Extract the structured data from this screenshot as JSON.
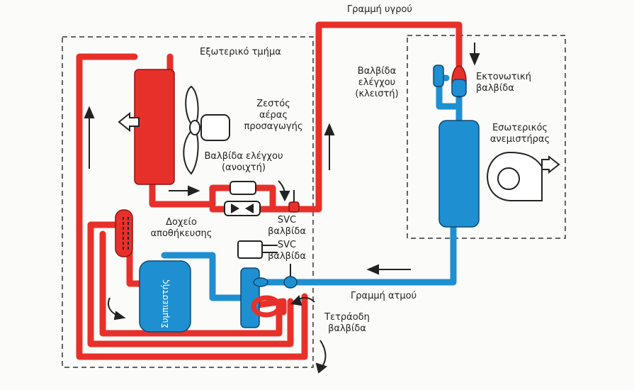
{
  "colors": {
    "hot": "#e8302a",
    "cold": "#1e8fd1",
    "dark": "#222222",
    "box_border": "#333333"
  },
  "labels": {
    "outdoor_section": "Εξωτερικό τμήμα",
    "liquid_line": "Γραμμή υγρού",
    "check_valve_closed": [
      "Βαλβίδα",
      "ελέγχου",
      "(κλειστή)"
    ],
    "expansion_valve": [
      "Εκτονωτική",
      "βαλβίδα"
    ],
    "hot_supply_air": [
      "Ζεστός",
      "αέρας",
      "προσαγωγής"
    ],
    "check_valve_open": [
      "Βαλβίδα ελέγχου",
      "(ανοιχτή)"
    ],
    "indoor_fan": [
      "Εσωτερικός",
      "ανεμιστήρας"
    ],
    "receiver": [
      "Δοχείο",
      "αποθήκευσης"
    ],
    "svc_valve_1": [
      "SVC",
      "βαλβίδα"
    ],
    "svc_valve_2": [
      "SVC",
      "βαλβίδα"
    ],
    "vapor_line": "Γραμμή ατμού",
    "four_way_valve": [
      "Τετράοδη",
      "βαλβίδα"
    ],
    "compressor": "Συμπιεστής"
  }
}
